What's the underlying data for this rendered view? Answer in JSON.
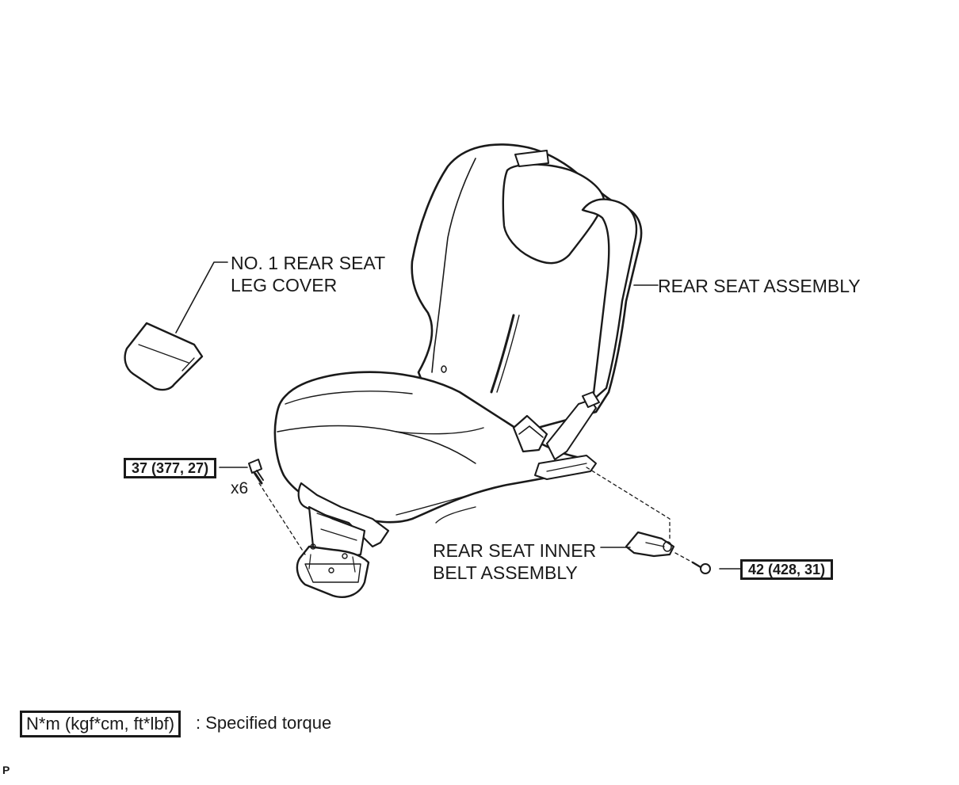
{
  "labels": {
    "leg_cover_line1": "NO. 1 REAR SEAT",
    "leg_cover_line2": "LEG COVER",
    "seat_assembly": "REAR SEAT ASSEMBLY",
    "inner_belt_line1": "REAR SEAT INNER",
    "inner_belt_line2": "BELT ASSEMBLY",
    "bolt_qty": "x6"
  },
  "torque_specs": {
    "seat_bolt": "37 (377, 27)",
    "belt_bolt": "42 (428, 31)"
  },
  "legend": {
    "unit_box": "N*m (kgf*cm, ft*lbf)",
    "description": ": Specified torque"
  },
  "corner_mark": "P"
}
